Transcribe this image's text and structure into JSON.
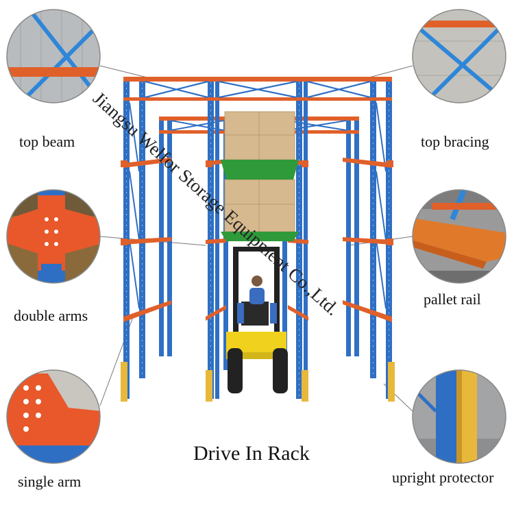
{
  "title": "Drive In Rack",
  "watermark": "Jiangsu Welfor Storage Equipment Co.,Ltd.",
  "callouts": {
    "top_beam": "top beam",
    "top_bracing": "top bracing",
    "double_arms": "double arms",
    "pallet_rail": "pallet rail",
    "single_arm": "single arm",
    "upright_protector": "upright protector"
  },
  "colors": {
    "upright": "#2f6fc4",
    "beam": "#e0602a",
    "pallet": "#2f9a3a",
    "box": "#d6b98e",
    "forklift": "#f0d21e",
    "protector": "#e8b83a"
  }
}
